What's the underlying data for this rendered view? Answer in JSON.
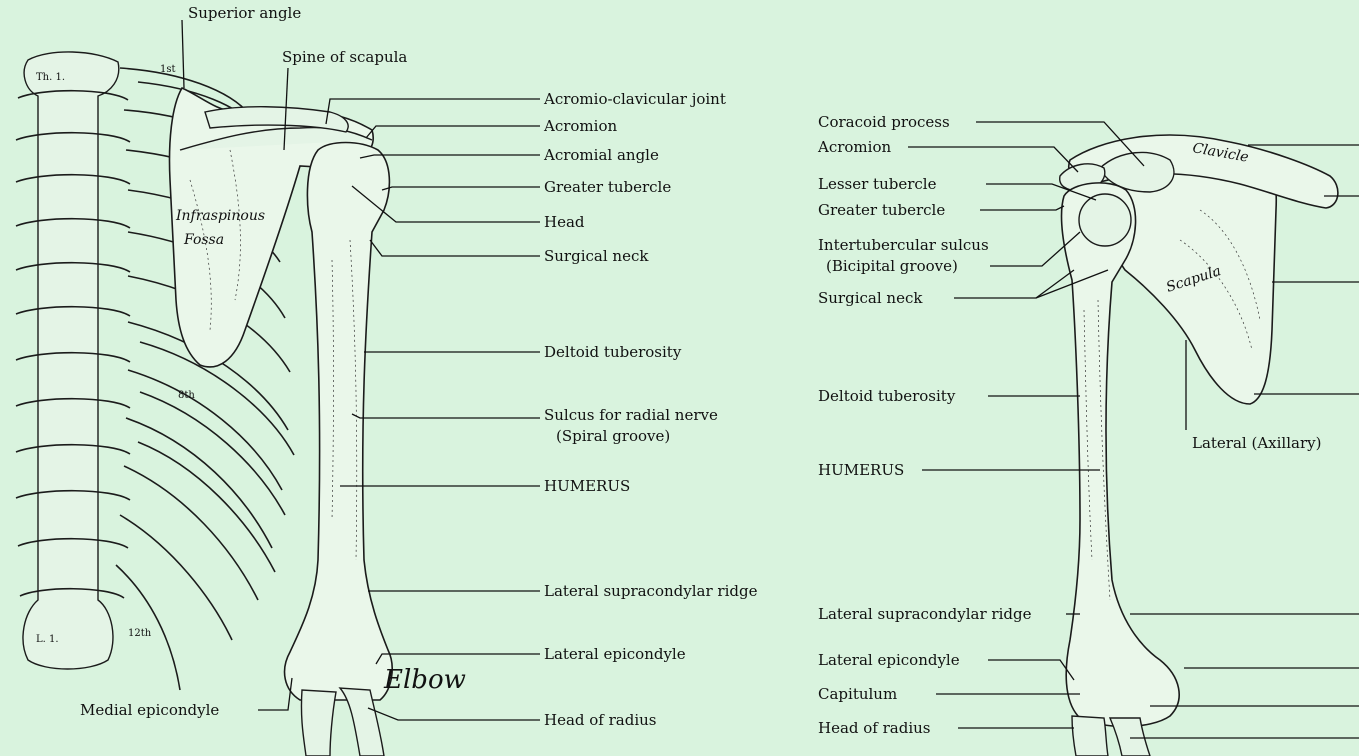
{
  "left_view": {
    "labels": {
      "superior_angle": "Superior angle",
      "spine_of_scapula": "Spine of scapula",
      "acromio_clavicular_joint": "Acromio-clavicular joint",
      "acromion": "Acromion",
      "acromial_angle": "Acromial angle",
      "greater_tubercle": "Greater tubercle",
      "head": "Head",
      "surgical_neck": "Surgical neck",
      "deltoid_tuberosity": "Deltoid tuberosity",
      "sulcus_radial_nerve": "Sulcus for radial nerve",
      "spiral_groove": "(Spiral groove)",
      "humerus": "HUMERUS",
      "lateral_supracondylar_ridge": "Lateral supracondylar ridge",
      "lateral_epicondyle": "Lateral epicondyle",
      "medial_epicondyle": "Medial epicondyle",
      "head_of_radius": "Head of radius"
    },
    "inline_text": {
      "infraspinous": "Infraspinous",
      "fossa": "Fossa",
      "th1": "Th. 1.",
      "l1": "L. 1.",
      "rib_1": "1st",
      "rib_8": "8th",
      "rib_12": "12th",
      "elbow_handwritten": "Elbow"
    }
  },
  "right_view": {
    "labels": {
      "coracoid_process": "Coracoid process",
      "acromion": "Acromion",
      "lesser_tubercle": "Lesser tubercle",
      "greater_tubercle": "Greater tubercle",
      "intertubercular_sulcus": "Intertubercular sulcus",
      "bicipital_groove": "(Bicipital groove)",
      "surgical_neck": "Surgical neck",
      "deltoid_tuberosity": "Deltoid tuberosity",
      "humerus": "HUMERUS",
      "lateral_supracondylar_ridge": "Lateral supracondylar ridge",
      "lateral_epicondyle": "Lateral epicondyle",
      "capitulum": "Capitulum",
      "head_of_radius": "Head of radius",
      "lateral_axillary": "Lateral (Axillary)"
    },
    "inline_text": {
      "clavicle": "Clavicle",
      "scapula": "Scapula"
    }
  }
}
